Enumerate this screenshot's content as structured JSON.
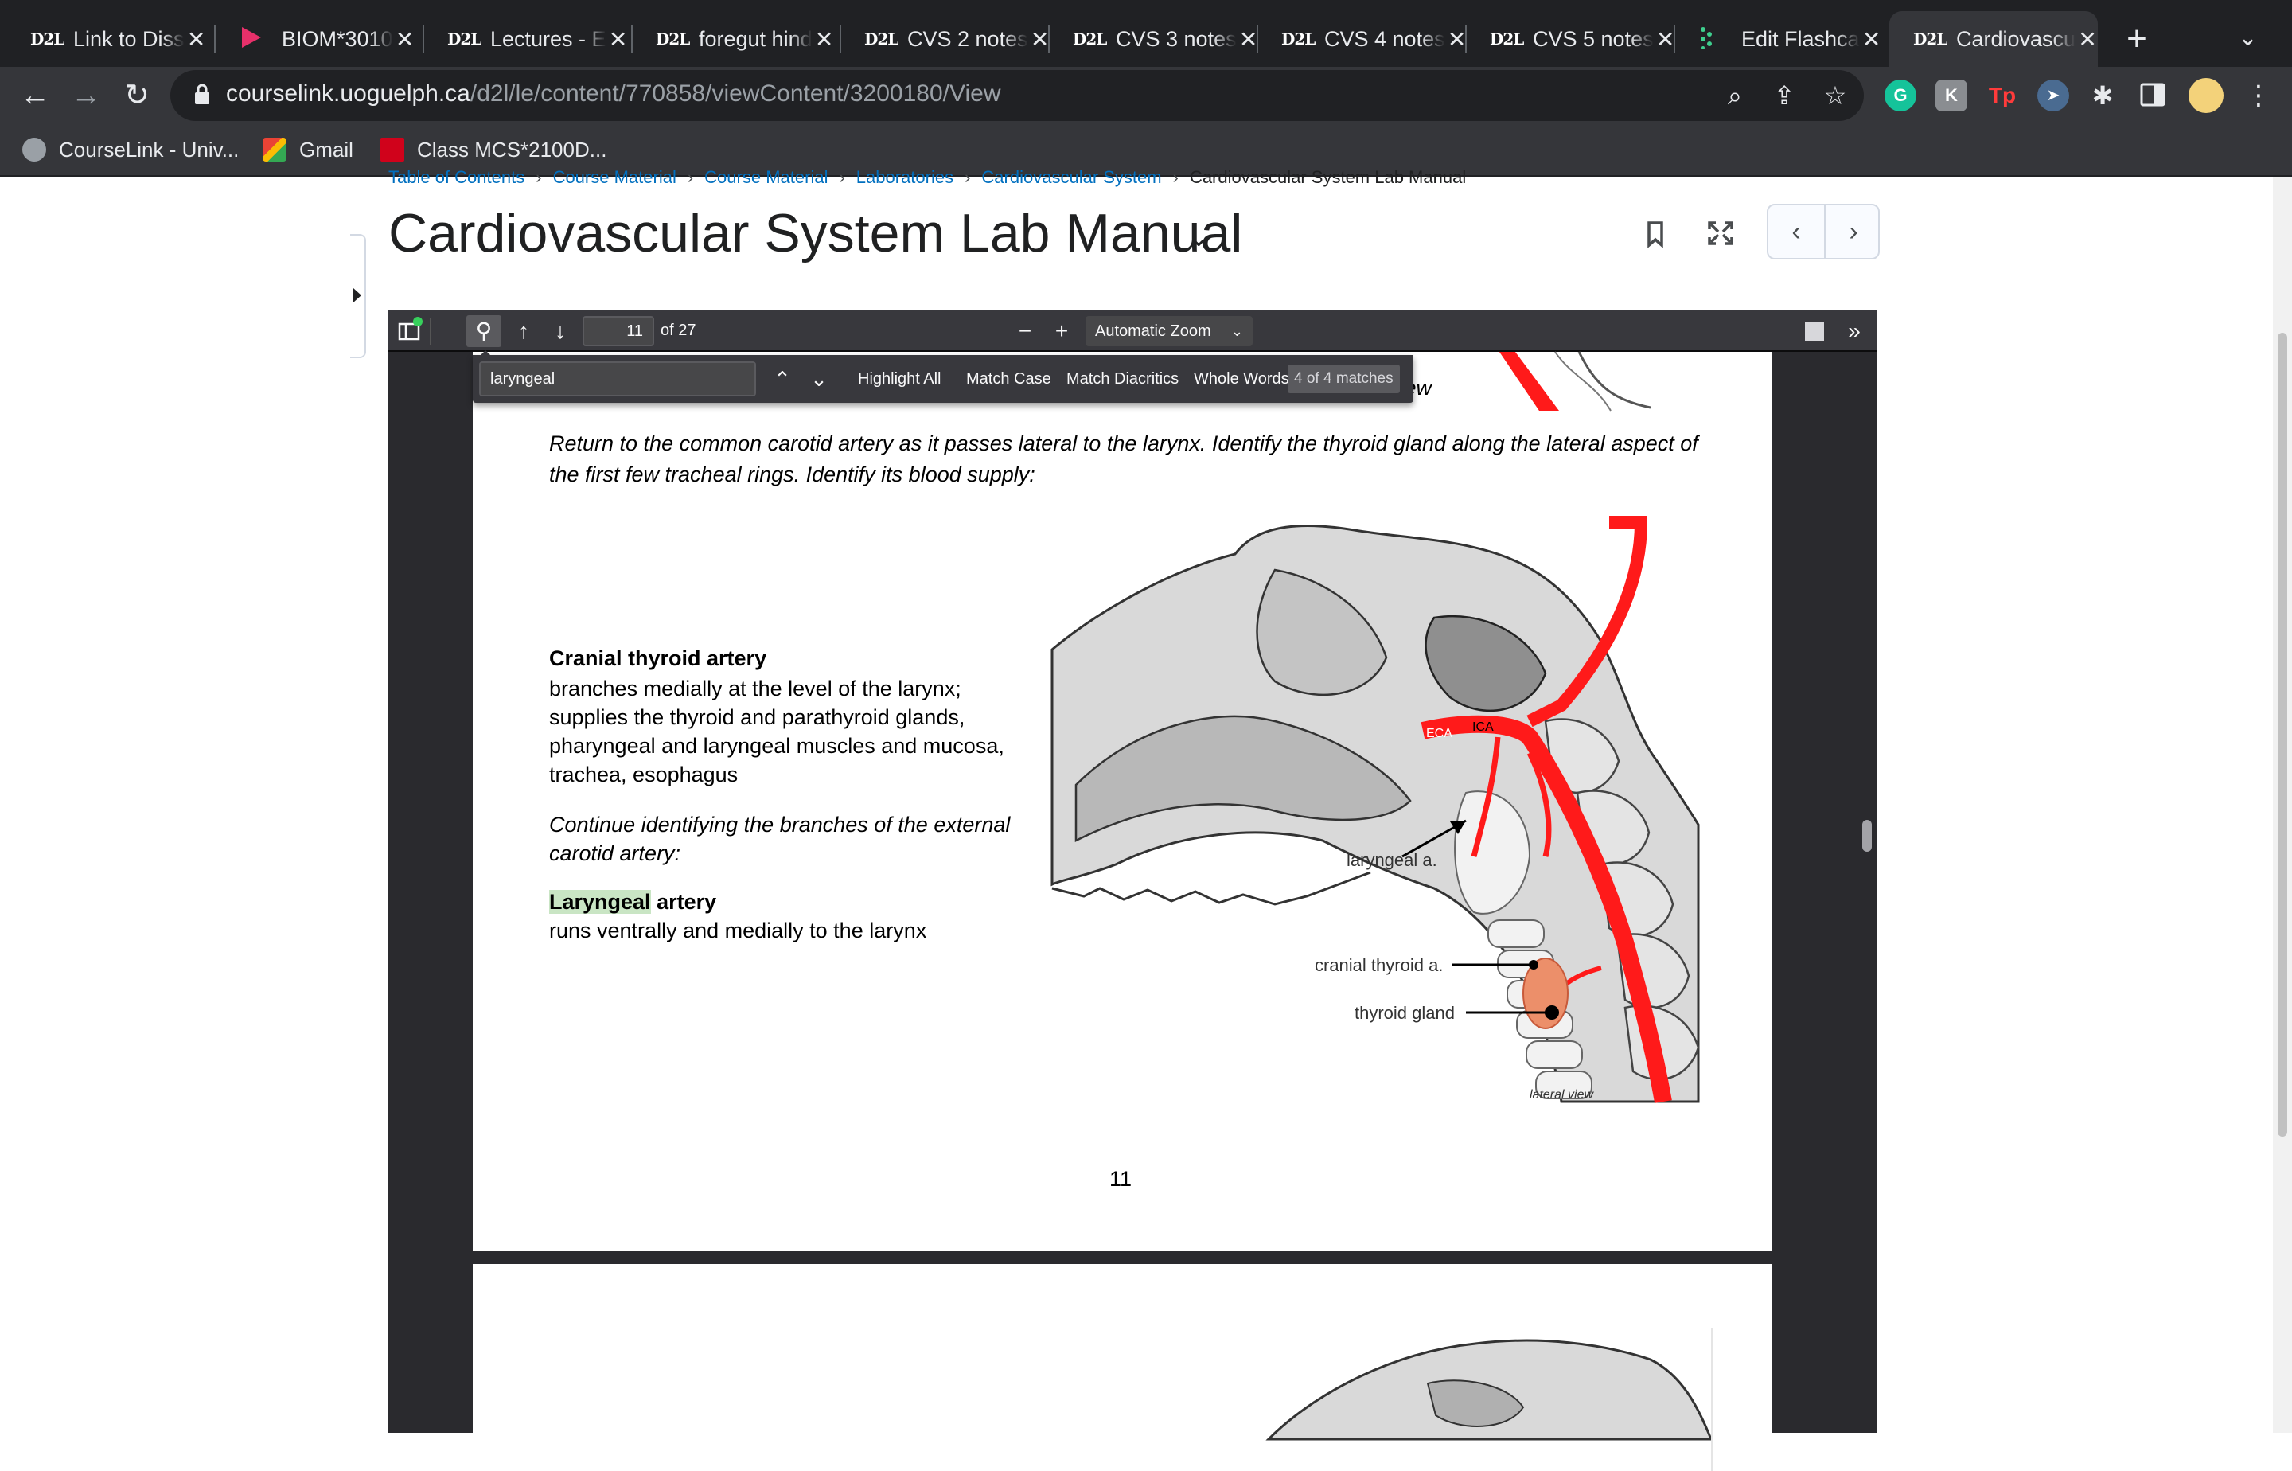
{
  "tabs": [
    {
      "favicon": "d2l-icon",
      "fav_text": "D2L",
      "title": "Link to Diss"
    },
    {
      "favicon": "play-icon",
      "fav_text": "",
      "title": "BIOM*3010"
    },
    {
      "favicon": "d2l-icon",
      "fav_text": "D2L",
      "title": "Lectures - E"
    },
    {
      "favicon": "d2l-icon",
      "fav_text": "D2L",
      "title": "foregut hind"
    },
    {
      "favicon": "d2l-icon",
      "fav_text": "D2L",
      "title": "CVS 2 notes"
    },
    {
      "favicon": "d2l-icon",
      "fav_text": "D2L",
      "title": "CVS 3 notes"
    },
    {
      "favicon": "d2l-icon",
      "fav_text": "D2L",
      "title": "CVS 4 notes"
    },
    {
      "favicon": "d2l-icon",
      "fav_text": "D2L",
      "title": "CVS 5 notes"
    },
    {
      "favicon": "flashcard-icon",
      "fav_text": "",
      "title": "Edit Flashca"
    },
    {
      "favicon": "d2l-icon",
      "fav_text": "D2L",
      "title": "Cardiovascu",
      "active": true
    }
  ],
  "address": {
    "host": "courselink.uoguelph.ca",
    "path": "/d2l/le/content/770858/viewContent/3200180/View"
  },
  "extensions": {
    "grammarly": "G",
    "k": "K",
    "tp": "Tp"
  },
  "bookmarks": [
    {
      "icon": "courselink-icon",
      "label": "CourseLink - Univ..."
    },
    {
      "icon": "gmail-icon",
      "label": "Gmail"
    },
    {
      "icon": "mcgraw-icon",
      "label": "Class MCS*2100D..."
    }
  ],
  "breadcrumb": [
    "Table of Contents",
    "Course Material",
    "Course Material",
    "Laboratories",
    "Cardiovascular System",
    "Cardiovascular System Lab Manual"
  ],
  "page_title": "Cardiovascular System Lab Manual",
  "pdf": {
    "page_current": "11",
    "page_total": "of 27",
    "zoom": "Automatic Zoom",
    "find": {
      "query": "laryngeal",
      "highlight_all": "Highlight All",
      "match_case": "Match Case",
      "match_diacritics": "Match Diacritics",
      "whole_words": "Whole Words",
      "result": "4 of 4 matches"
    },
    "page": {
      "top_caption": "lateral view",
      "intro": "Return to the common carotid artery as it passes lateral to the larynx.  Identify the thyroid gland along the lateral aspect of the first few tracheal rings.  Identify its blood supply:",
      "cranial_thyroid_title": "Cranial thyroid artery",
      "cranial_thyroid_desc": "branches medially at the level of the larynx; supplies the thyroid and parathyroid glands, pharyngeal and laryngeal muscles and mucosa, trachea, esophagus",
      "continue_text": "Continue identifying the branches of the external carotid artery:",
      "laryngeal_match": "Laryngeal",
      "laryngeal_rest": " artery",
      "laryngeal_desc": "runs ventrally and medially to the larynx",
      "fig_labels": {
        "eca": "ECA",
        "ica": "ICA",
        "laryngeal": "laryngeal a.",
        "cranial_thyroid": "cranial thyroid a.",
        "thyroid_gland": "thyroid gland",
        "view": "lateral view"
      },
      "number": "11"
    }
  }
}
